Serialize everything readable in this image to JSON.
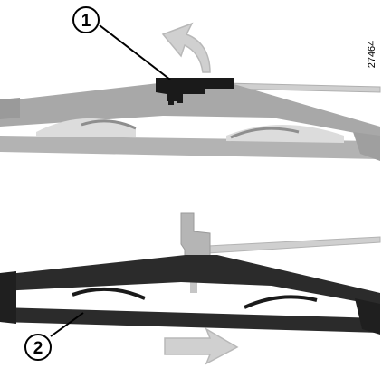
{
  "figure": {
    "reference_code": "27464",
    "callouts": [
      {
        "id": "callout-1",
        "label": "1"
      },
      {
        "id": "callout-2",
        "label": "2"
      }
    ],
    "colors": {
      "raised_blade": "#a8a8a8",
      "raised_blade_light": "#c4c4c4",
      "lowered_blade": "#2b2b2b",
      "arrow_fill": "#d0d0d0",
      "clip": "#1a1a1a",
      "clip_light": "#b5b5b5"
    }
  }
}
